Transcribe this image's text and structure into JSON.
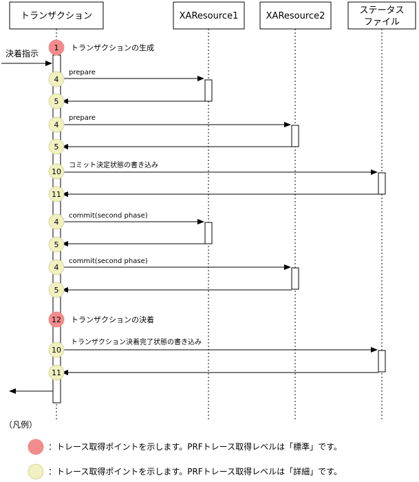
{
  "participants": [
    {
      "id": "tx",
      "label_lines": [
        "トランザクション"
      ]
    },
    {
      "id": "xa1",
      "label_lines": [
        "XAResource1"
      ]
    },
    {
      "id": "xa2",
      "label_lines": [
        "XAResource2"
      ]
    },
    {
      "id": "sf",
      "label_lines": [
        "ステータス",
        "ファイル"
      ]
    }
  ],
  "external_label": "決着指示",
  "steps": [
    {
      "num": "1",
      "level": "standard",
      "label": "トランザクションの生成",
      "target": null
    },
    {
      "num": "4",
      "level": "detail",
      "label": "prepare",
      "target": "xa1",
      "dir": "call"
    },
    {
      "num": "5",
      "level": "detail",
      "label": "",
      "target": "xa1",
      "dir": "return"
    },
    {
      "num": "4",
      "level": "detail",
      "label": "prepare",
      "target": "xa2",
      "dir": "call"
    },
    {
      "num": "5",
      "level": "detail",
      "label": "",
      "target": "xa2",
      "dir": "return"
    },
    {
      "num": "10",
      "level": "detail",
      "label": "コミット決定状態の書き込み",
      "target": "sf",
      "dir": "call"
    },
    {
      "num": "11",
      "level": "detail",
      "label": "",
      "target": "sf",
      "dir": "return"
    },
    {
      "num": "4",
      "level": "detail",
      "label": "commit(second phase)",
      "target": "xa1",
      "dir": "call"
    },
    {
      "num": "5",
      "level": "detail",
      "label": "",
      "target": "xa1",
      "dir": "return"
    },
    {
      "num": "4",
      "level": "detail",
      "label": "commit(second phase)",
      "target": "xa2",
      "dir": "call"
    },
    {
      "num": "5",
      "level": "detail",
      "label": "",
      "target": "xa2",
      "dir": "return"
    },
    {
      "num": "12",
      "level": "standard",
      "label": "トランザクションの決着",
      "target": null
    },
    {
      "num": "10",
      "level": "detail",
      "label": "トランザクション決着完了状態の書き込み",
      "target": "sf",
      "dir": "call"
    },
    {
      "num": "11",
      "level": "detail",
      "label": "",
      "target": "sf",
      "dir": "return"
    }
  ],
  "legend": {
    "title": "（凡例）",
    "items": [
      {
        "level": "standard",
        "text": "：トレース取得ポイントを示します。PRFトレース取得レベルは「標準」です。"
      },
      {
        "level": "detail",
        "text": "：トレース取得ポイントを示します。PRFトレース取得レベルは「詳細」です。"
      }
    ]
  },
  "colors": {
    "standard": "#f08c8c",
    "detail": "#f0f0c0",
    "circle_stroke_standard": "#f08c8c",
    "circle_stroke_detail": "#d8d8a0"
  }
}
